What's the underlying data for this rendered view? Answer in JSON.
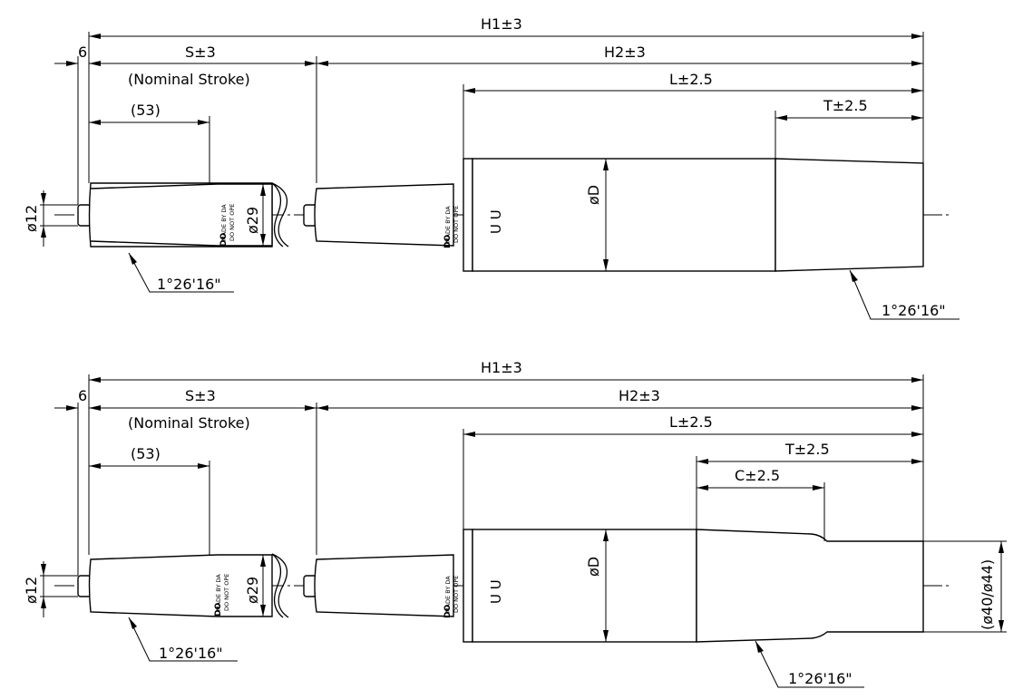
{
  "drawings": [
    {
      "id": "top",
      "dims": {
        "h1": "H1±3",
        "h2": "H2±3",
        "s": "S±3",
        "nominal_stroke": "(Nominal Stroke)",
        "offset": "6",
        "ref_53": "(53)",
        "l": "L±2.5",
        "t": "T±2.5",
        "dia_rod": "ø12",
        "dia_29": "ø29",
        "dia_d": "øD",
        "taper_angle_left": "1°26'16\"",
        "taper_angle_right": "1°26'16\""
      },
      "markings": {
        "line1": "MADE BY DA",
        "line2": "DO NOT OPE",
        "logo": "DO",
        "cap_mark": "U U"
      }
    },
    {
      "id": "bottom",
      "dims": {
        "h1": "H1±3",
        "h2": "H2±3",
        "s": "S±3",
        "nominal_stroke": "(Nominal Stroke)",
        "offset": "6",
        "ref_53": "(53)",
        "l": "L±2.5",
        "t": "T±2.5",
        "c": "C±2.5",
        "dia_rod": "ø12",
        "dia_29": "ø29",
        "dia_d": "øD",
        "dia_end": "(ø40/ø44)",
        "taper_angle_left": "1°26'16\"",
        "taper_angle_right": "1°26'16\""
      },
      "markings": {
        "line1": "MADE BY DA",
        "line2": "DO NOT OPE",
        "logo": "DO",
        "cap_mark": "U U"
      }
    }
  ]
}
